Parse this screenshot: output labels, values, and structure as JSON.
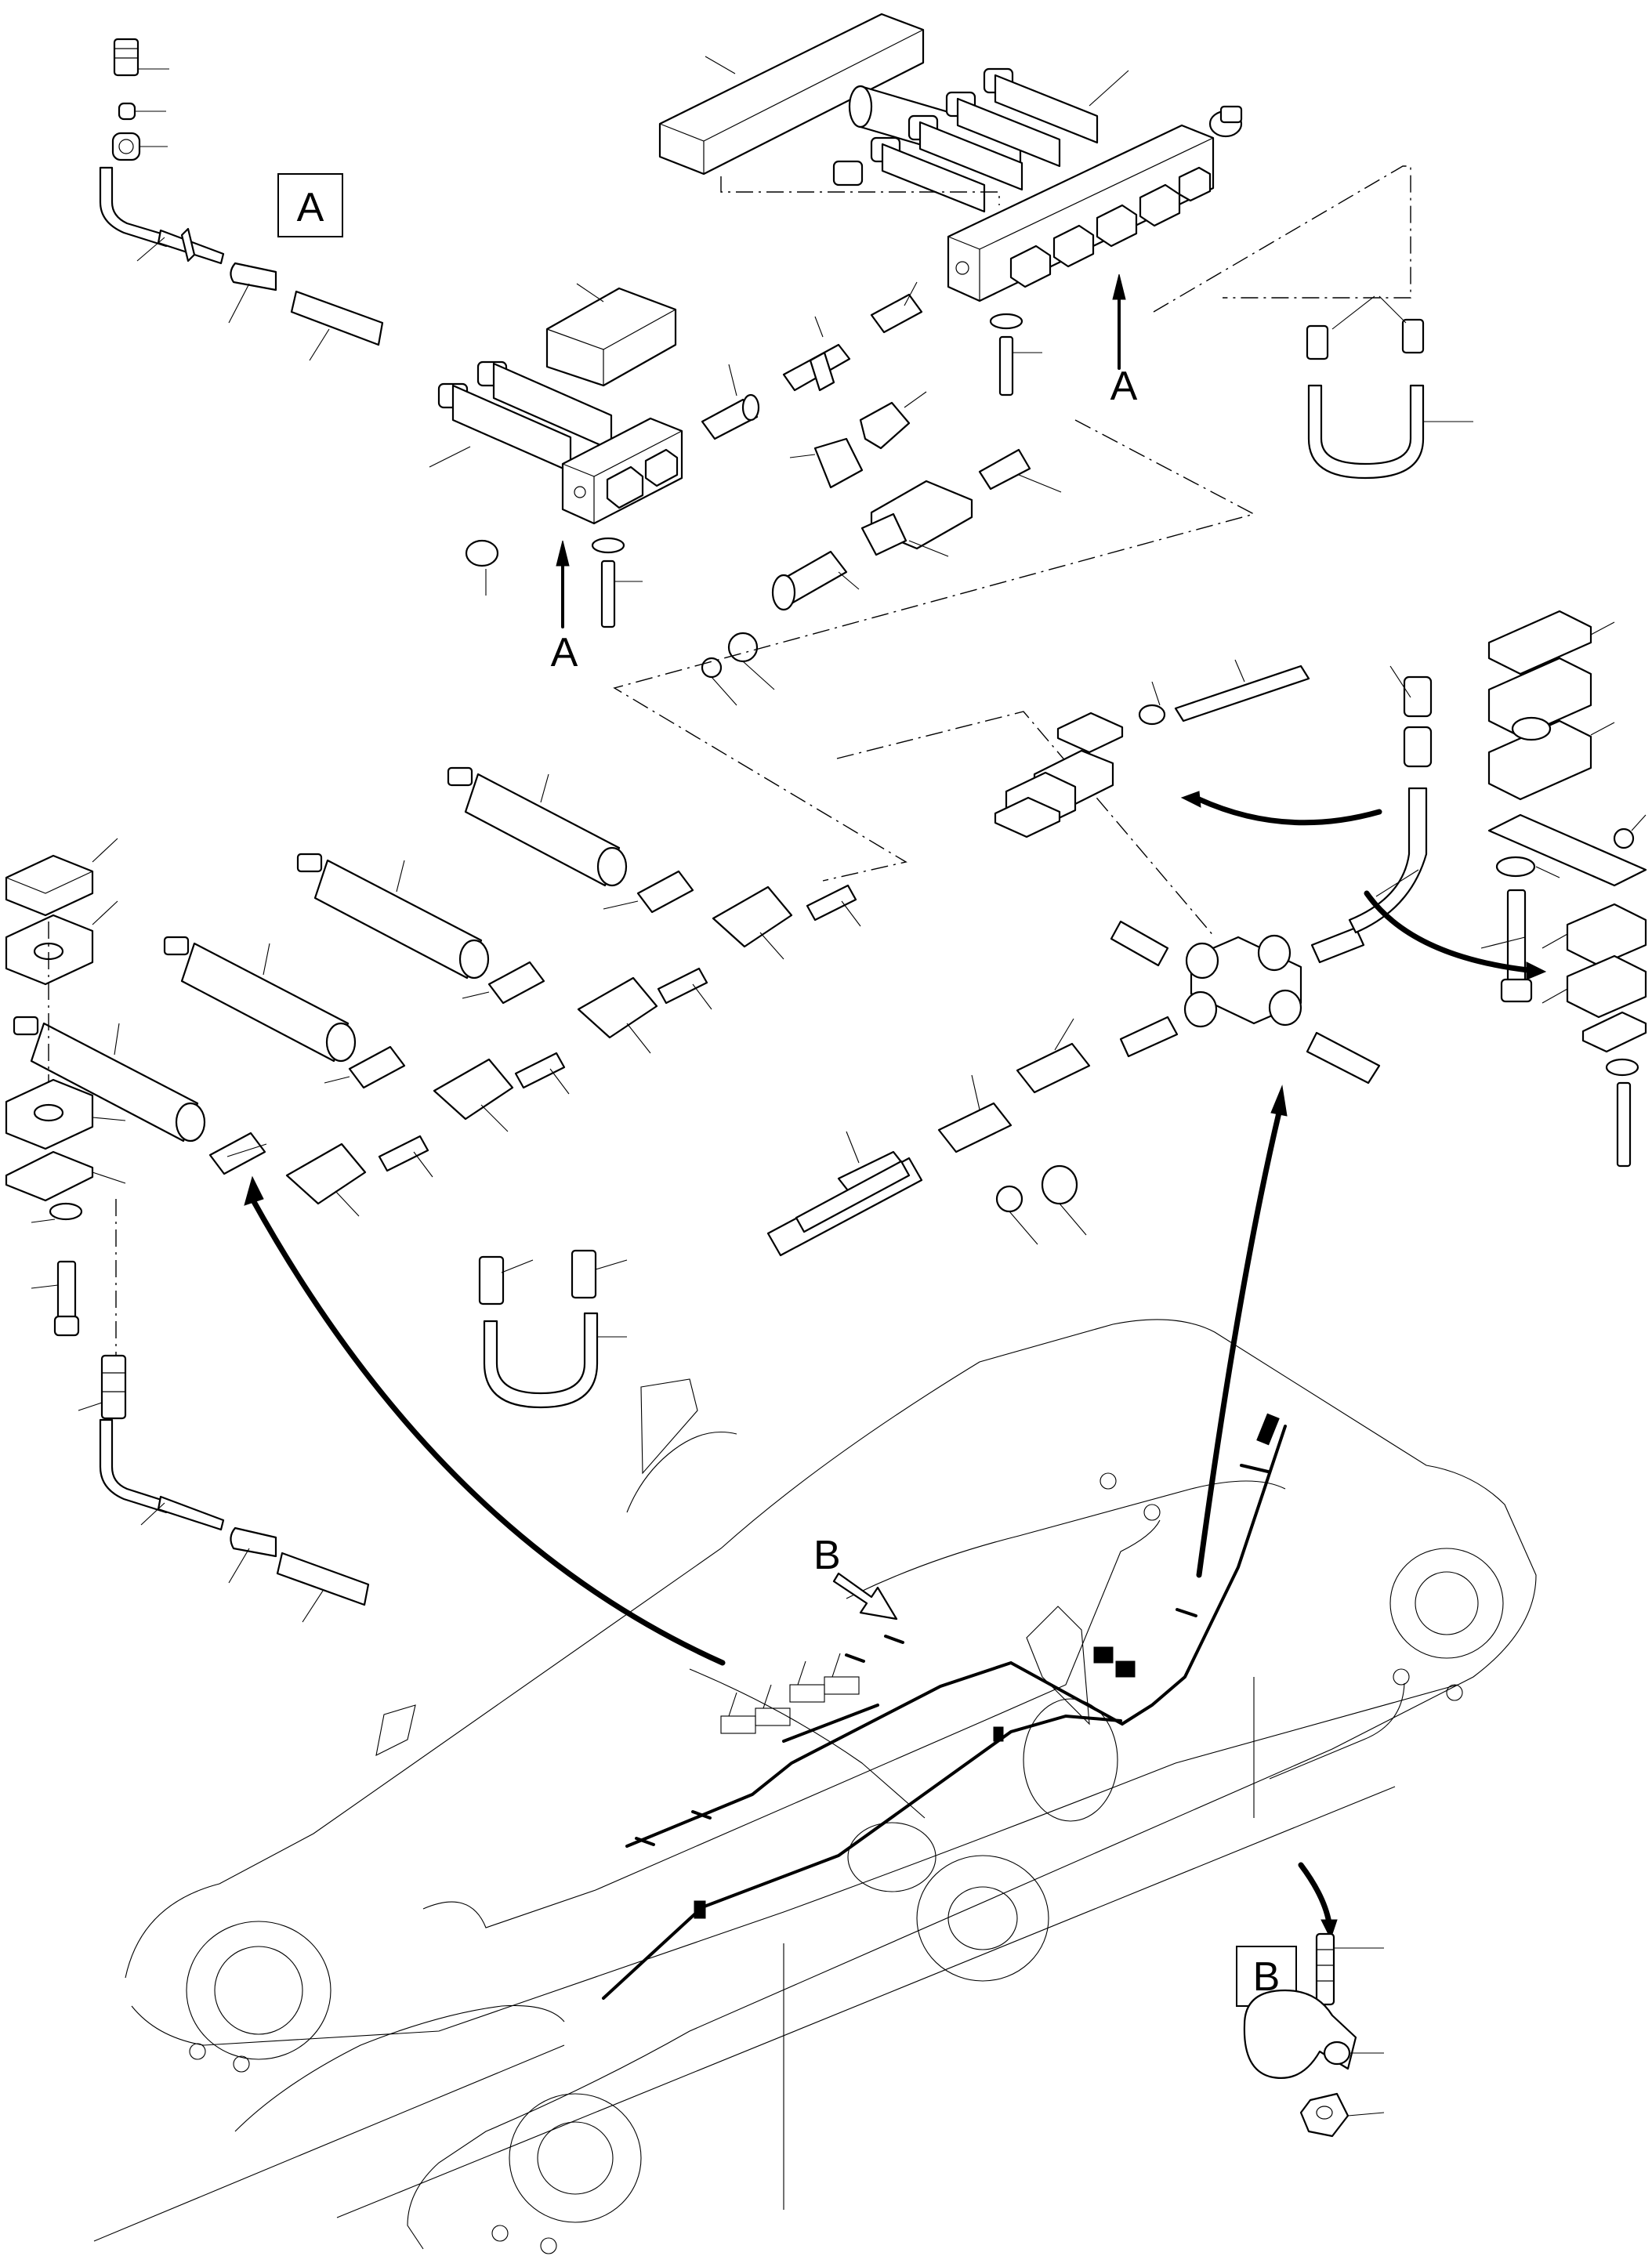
{
  "view_labels": {
    "detail_a_box": "A",
    "arrow_a_left": "A",
    "arrow_a_right": "A",
    "view_b_arrow": "B",
    "detail_b_box": "B"
  }
}
